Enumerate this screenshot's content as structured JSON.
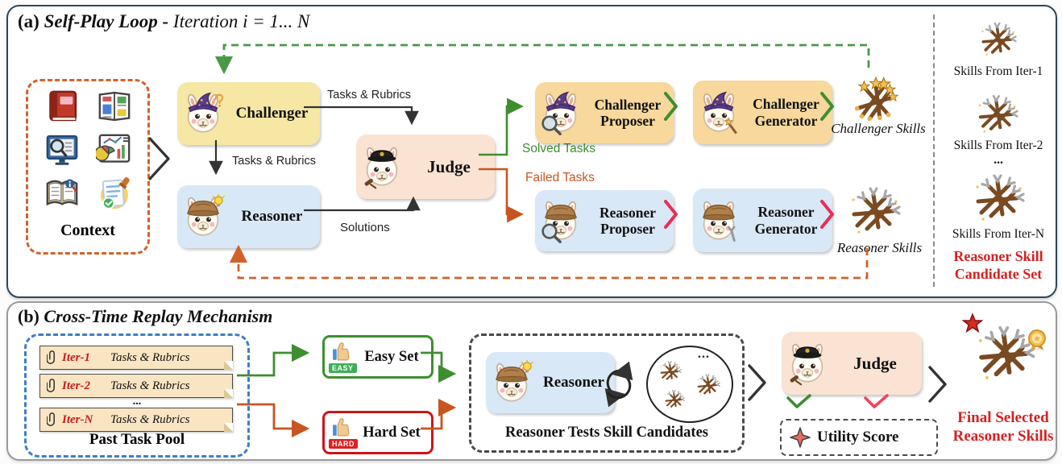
{
  "panel_a": {
    "title_prefix": "(a)",
    "title_main": "Self-Play Loop -",
    "title_suffix": "Iteration i = 1... N",
    "context": {
      "label": "Context"
    },
    "challenger": {
      "label": "Challenger"
    },
    "reasoner": {
      "label": "Reasoner"
    },
    "judge": {
      "label": "Judge"
    },
    "edges": {
      "tasks_rubrics_down": "Tasks & Rubrics",
      "tasks_rubrics_right": "Tasks & Rubrics",
      "solutions": "Solutions",
      "solved_tasks": "Solved Tasks",
      "failed_tasks": "Failed  Tasks"
    },
    "challenger_proposer": {
      "label": "Challenger Proposer"
    },
    "challenger_generator": {
      "label": "Challenger Generator"
    },
    "challenger_skills_label": "Challenger Skills",
    "reasoner_proposer": {
      "label": "Reasoner Proposer"
    },
    "reasoner_generator": {
      "label": "Reasoner Generator"
    },
    "reasoner_skills_label": "Reasoner Skills",
    "candidate_column": {
      "iter1": "Skills From Iter-1",
      "iter2": "Skills From Iter-2",
      "ellipsis": "...",
      "iterN": "Skills From Iter-N",
      "title_line1": "Reasoner Skill",
      "title_line2": "Candidate Set"
    }
  },
  "panel_b": {
    "title_prefix": "(b)",
    "title_main": "Cross-Time Replay Mechanism",
    "pool": {
      "rows": [
        {
          "iter": "Iter-1",
          "text": "Tasks & Rubrics"
        },
        {
          "iter": "Iter-2",
          "text": "Tasks & Rubrics"
        },
        {
          "iter": "Iter-N",
          "text": "Tasks & Rubrics"
        }
      ],
      "ellipsis": "...",
      "label": "Past Task Pool"
    },
    "easy_set": {
      "label": "Easy Set",
      "badge": "EASY"
    },
    "hard_set": {
      "label": "Hard Set",
      "badge": "HARD"
    },
    "test_box": {
      "reasoner_label": "Reasoner",
      "ellipsis": "...",
      "caption": "Reasoner Tests Skill Candidates"
    },
    "judge": {
      "label": "Judge"
    },
    "utility": {
      "label": "Utility Score"
    },
    "final": {
      "line1": "Final Selected",
      "line2": "Reasoner Skills"
    }
  },
  "icons": {
    "challenger": "wizard-llama-icon",
    "reasoner": "detective-llama-icon",
    "judge": "judge-llama-icon",
    "challenger_skills": "magic-wands-pile-icon",
    "reasoner_skills": "wrench-tools-pile-icon",
    "context": [
      "book-icon",
      "newspaper-icon",
      "search-monitor-icon",
      "chart-icon",
      "open-book-icon",
      "stamped-document-icon"
    ],
    "easy": "thumbs-up-easy-icon",
    "hard": "thumbs-up-hard-icon",
    "utility": "star-icon",
    "final": [
      "red-star-icon",
      "tools-pile-icon",
      "gold-medal-icon"
    ]
  },
  "colors": {
    "green": "#3E8E2F",
    "orange": "#C8551F",
    "dashed_green": "#4a9948",
    "dashed_orange": "#d2622a",
    "red_text": "#d42121",
    "pink_red_chevron": "#ED2C53",
    "pool_blue": "#3d7ec9",
    "challenger_fill": "#f6e7a5",
    "reasoner_fill": "#d8e8f7",
    "judge_fill": "#fae3d3",
    "proposer_fill": "#f8d89c",
    "note_fill": "#fae5c3"
  }
}
